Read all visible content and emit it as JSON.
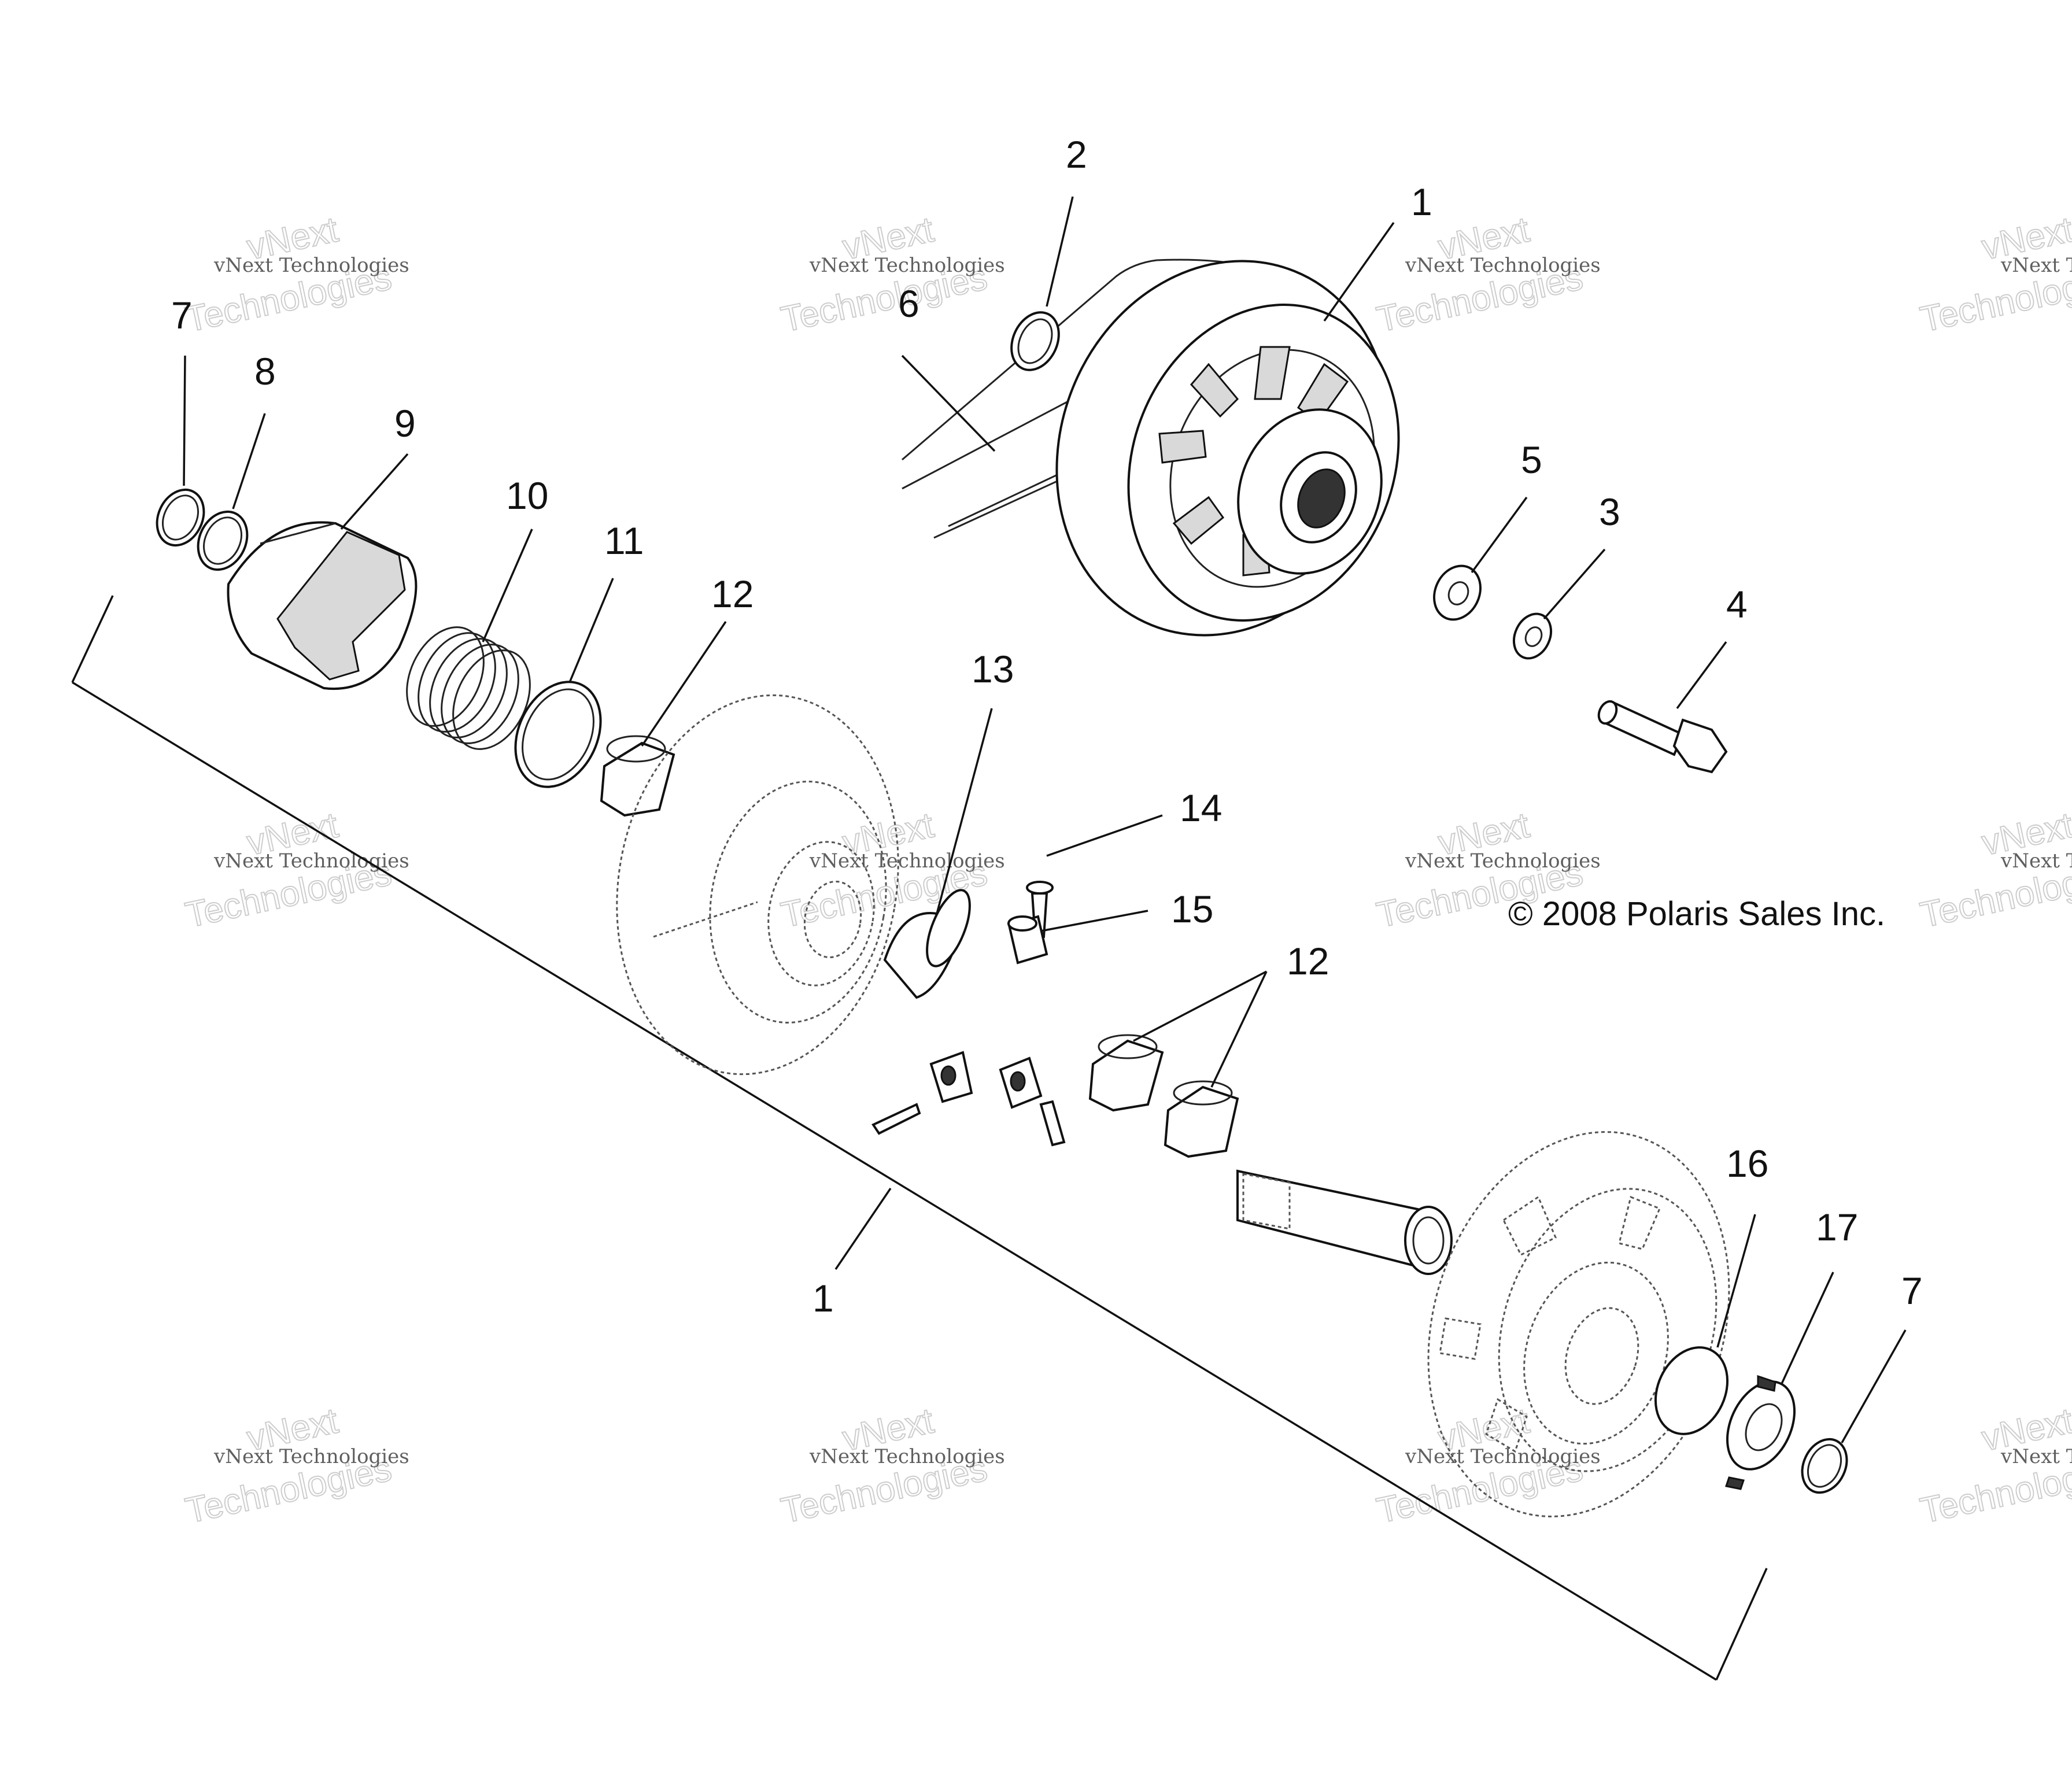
{
  "diagram": {
    "copyright": "© 2008 Polaris Sales Inc.",
    "callouts": [
      {
        "id": "c1-top",
        "text": "1"
      },
      {
        "id": "c2",
        "text": "2"
      },
      {
        "id": "c3",
        "text": "3"
      },
      {
        "id": "c4",
        "text": "4"
      },
      {
        "id": "c5",
        "text": "5"
      },
      {
        "id": "c6",
        "text": "6"
      },
      {
        "id": "c7-left",
        "text": "7"
      },
      {
        "id": "c8",
        "text": "8"
      },
      {
        "id": "c9",
        "text": "9"
      },
      {
        "id": "c10",
        "text": "10"
      },
      {
        "id": "c11",
        "text": "11"
      },
      {
        "id": "c12-upper",
        "text": "12"
      },
      {
        "id": "c13",
        "text": "13"
      },
      {
        "id": "c14",
        "text": "14"
      },
      {
        "id": "c15",
        "text": "15"
      },
      {
        "id": "c12-lower",
        "text": "12"
      },
      {
        "id": "c1-bottom",
        "text": "1"
      },
      {
        "id": "c16",
        "text": "16"
      },
      {
        "id": "c17",
        "text": "17"
      },
      {
        "id": "c7-right",
        "text": "7"
      }
    ]
  },
  "watermark": {
    "small": "vNext Technologies",
    "big_line1": "vNext",
    "big_line2": "Technologies"
  }
}
